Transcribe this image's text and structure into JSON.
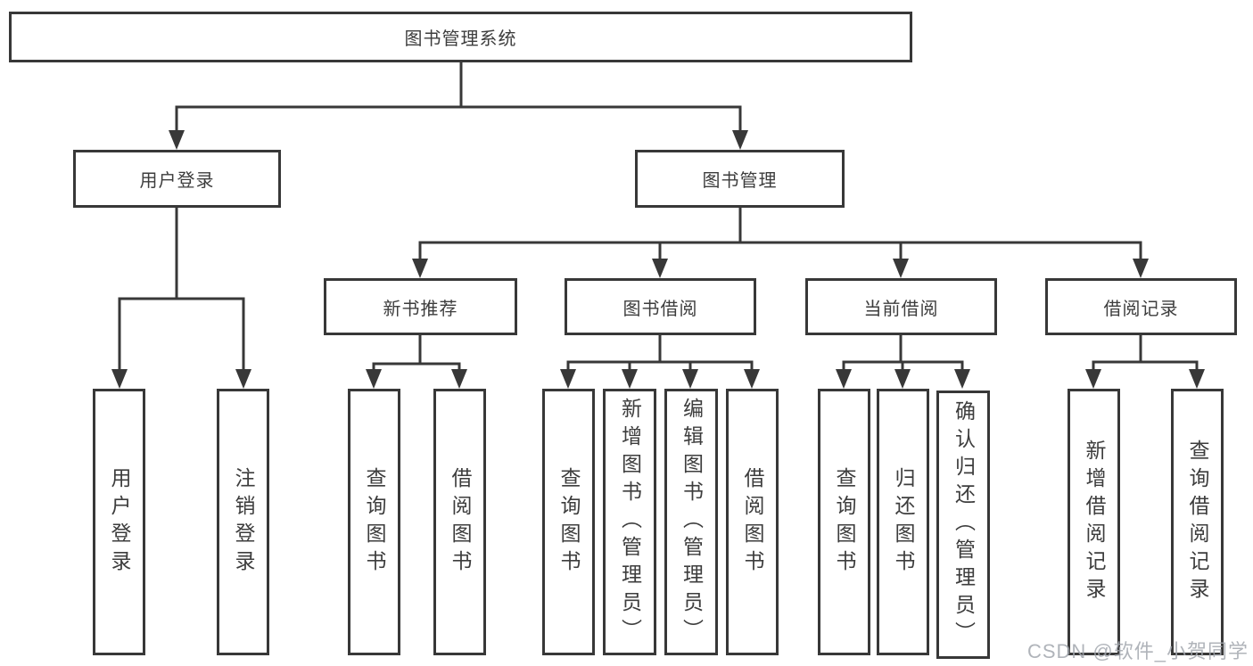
{
  "diagram": {
    "root": {
      "label": "图书管理系统"
    },
    "level2": [
      {
        "label": "用户登录"
      },
      {
        "label": "图书管理"
      }
    ],
    "level3": [
      {
        "label": "新书推荐"
      },
      {
        "label": "图书借阅"
      },
      {
        "label": "当前借阅"
      },
      {
        "label": "借阅记录"
      }
    ],
    "leaves": {
      "user_login": [
        "用户登录",
        "注销登录"
      ],
      "new_book_recommend": [
        "查询图书",
        "借阅图书"
      ],
      "book_borrow": [
        "查询图书",
        "新增图书（管理员）",
        "编辑图书（管理员）",
        "借阅图书"
      ],
      "current_borrow": [
        "查询图书",
        "归还图书",
        "确认归还（管理员）"
      ],
      "borrow_record": [
        "新增借阅记录",
        "查询借阅记录"
      ]
    }
  },
  "watermark": "CSDN @软件_小贺同学",
  "colors": {
    "background": "#ffffff",
    "line": "#383838",
    "box_border": "#383838",
    "text": "#3d3d3d",
    "watermark": "#b4b8be"
  }
}
